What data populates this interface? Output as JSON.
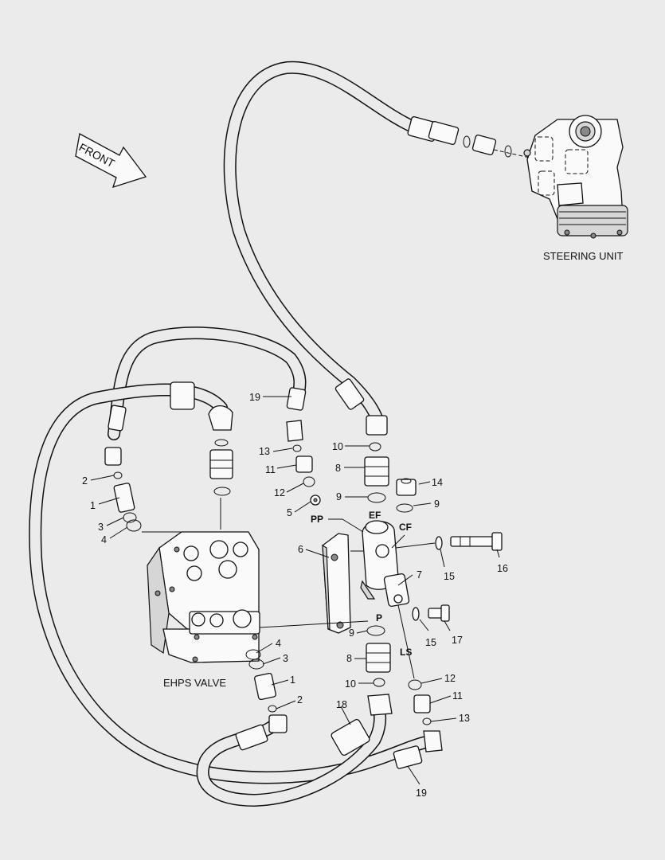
{
  "diagram": {
    "captions": {
      "front": "FRONT",
      "steering_unit": "STEERING UNIT",
      "ehps_valve": "EHPS VALVE"
    },
    "port_tags": {
      "pp": "PP",
      "ef": "EF",
      "cf": "CF",
      "p": "P",
      "ls": "LS"
    },
    "callouts": {
      "c19_top": "19",
      "c13_top": "13",
      "c11_top": "11",
      "c12_top": "12",
      "c5": "5",
      "c10_top": "10",
      "c8_top": "8",
      "c9_top": "9",
      "c14": "14",
      "c9_cf": "9",
      "c2_left": "2",
      "c1_left": "1",
      "c3_left": "3",
      "c4_left": "4",
      "c6": "6",
      "c7": "7",
      "c15_top": "15",
      "c16": "16",
      "c15_bot": "15",
      "c17": "17",
      "c9_bot": "9",
      "c4_right": "4",
      "c3_right": "3",
      "c1_right": "1",
      "c2_right": "2",
      "c8_bot": "8",
      "c10_bot": "10",
      "c12_bot": "12",
      "c11_bot": "11",
      "c13_bot": "13",
      "c18": "18",
      "c19_bot": "19"
    }
  }
}
